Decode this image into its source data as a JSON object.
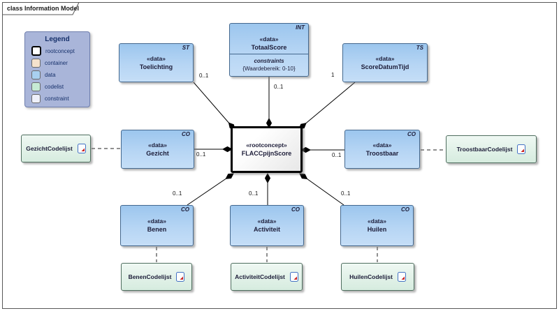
{
  "frame": {
    "title": "class Information Model"
  },
  "legend": {
    "title": "Legend",
    "items": [
      {
        "label": "rootconcept",
        "color": "#ffffff"
      },
      {
        "label": "container",
        "color": "#f5e2cd"
      },
      {
        "label": "data",
        "color": "#a8d0f0"
      },
      {
        "label": "codelist",
        "color": "#c6ead4"
      },
      {
        "label": "constraint",
        "color": "#eef0fa"
      }
    ]
  },
  "central": {
    "stereotype": "«rootconcept»",
    "name": "FLACCpijnScore"
  },
  "nodes": {
    "toelichting": {
      "stereotype": "«data»",
      "name": "Toelichting",
      "tag": "ST",
      "multiplicity": "0..1"
    },
    "totaalscore": {
      "stereotype": "«data»",
      "name": "TotaalScore",
      "tag": "INT",
      "multiplicity": "0..1",
      "constraints_label": "constraints",
      "constraint": "{Waardebereik: 0-10}"
    },
    "scoredatumtijd": {
      "stereotype": "«data»",
      "name": "ScoreDatumTijd",
      "tag": "TS",
      "multiplicity": "1"
    },
    "gezicht": {
      "stereotype": "«data»",
      "name": "Gezicht",
      "tag": "CO",
      "multiplicity": "0..1"
    },
    "troostbaar": {
      "stereotype": "«data»",
      "name": "Troostbaar",
      "tag": "CO",
      "multiplicity": "0..1"
    },
    "benen": {
      "stereotype": "«data»",
      "name": "Benen",
      "tag": "CO",
      "multiplicity": "0..1"
    },
    "activiteit": {
      "stereotype": "«data»",
      "name": "Activiteit",
      "tag": "CO",
      "multiplicity": "0..1"
    },
    "huilen": {
      "stereotype": "«data»",
      "name": "Huilen",
      "tag": "CO",
      "multiplicity": "0..1"
    }
  },
  "codelists": {
    "gezicht": {
      "name": "GezichtCodelijst"
    },
    "troostbaar": {
      "name": "TroostbaarCodelijst"
    },
    "benen": {
      "name": "BenenCodelijst"
    },
    "activiteit": {
      "name": "ActiviteitCodelijst"
    },
    "huilen": {
      "name": "HuilenCodelijst"
    }
  },
  "colors": {
    "data_fill_top": "#9cc6ee",
    "data_fill_bottom": "#c5def7",
    "data_border": "#44688e",
    "codelist_fill_top": "#eff8f3",
    "codelist_fill_bottom": "#d6ecdf",
    "codelist_border": "#4f6e5f",
    "root_fill": "#ffffff",
    "root_border": "#000000",
    "legend_bg": "#a9b5d9",
    "legend_text": "#17316b",
    "line": "#000000",
    "doc_icon_border": "#4472c4",
    "doc_icon_mark": "#cc2222"
  }
}
